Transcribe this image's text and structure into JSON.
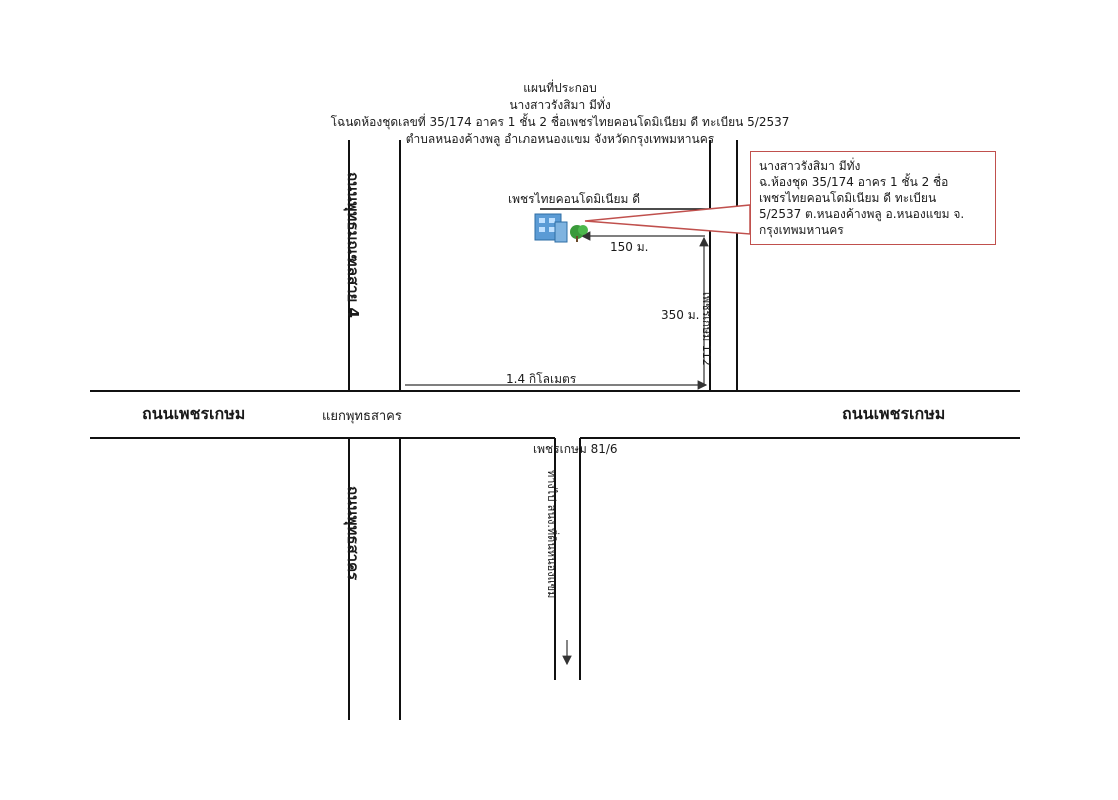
{
  "header": {
    "line1": "แผนที่ประกอบ",
    "line2": "นางสาวรังสิมา มีทั่ง",
    "line3": "โฉนดห้องชุดเลขที่ 35/174 อาคร 1 ชั้น 2 ชื่อเพชรไทยคอนโดมิเนียม ดี ทะเบียน 5/2537",
    "line4": "ตำบลหนองค้างพลู อำเภอหนองแขม จังหวัดกรุงเทพมหานคร"
  },
  "roads": {
    "main_left": "ถนนเพชรเกษม",
    "main_right": "ถนนเพชรเกษม",
    "putthamonthon4": "ถนนพุทธมณฑลสาย 4",
    "phutthasakhon": "ถนนพุทธสาคร",
    "soi112": "เพชรเกษม 112",
    "soi81_6": "เพชรเกษม 81/6",
    "soi_to_office": "ทางไป สนง.ที่ดินหนองแขม"
  },
  "junction": "แยกพุทธสาคร",
  "distances": {
    "d1": "1.4 กิโลเมตร",
    "d2": "350 ม.",
    "d3": "150 ม."
  },
  "building_label": "เพชรไทยคอนโดมิเนียม ดี",
  "callout": {
    "line1": "นางสาวรังสิมา มีทั่ง",
    "line2": "ฉ.ห้องชุด 35/174 อาคร 1 ชั้น 2 ชื่อ",
    "line3": "เพชรไทยคอนโดมิเนียม ดี ทะเบียน",
    "line4": "5/2537 ต.หนองค้างพลู อ.หนองแขม จ.",
    "line5": "กรุงเทพมหานคร",
    "border_color": "#c0504d"
  },
  "icons": {
    "building": "building-icon",
    "tree": "tree-icon"
  }
}
